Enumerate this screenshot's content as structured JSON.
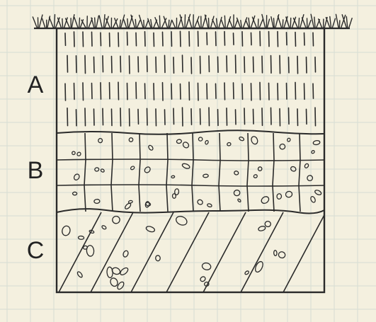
{
  "diagram": {
    "horizons": [
      {
        "id": "a",
        "label": "A"
      },
      {
        "id": "b",
        "label": "B"
      },
      {
        "id": "c",
        "label": "C"
      }
    ],
    "colors": {
      "paper": "#f4f0df",
      "grid": "#d6ddd3",
      "ink": "#2a2a2a"
    }
  }
}
